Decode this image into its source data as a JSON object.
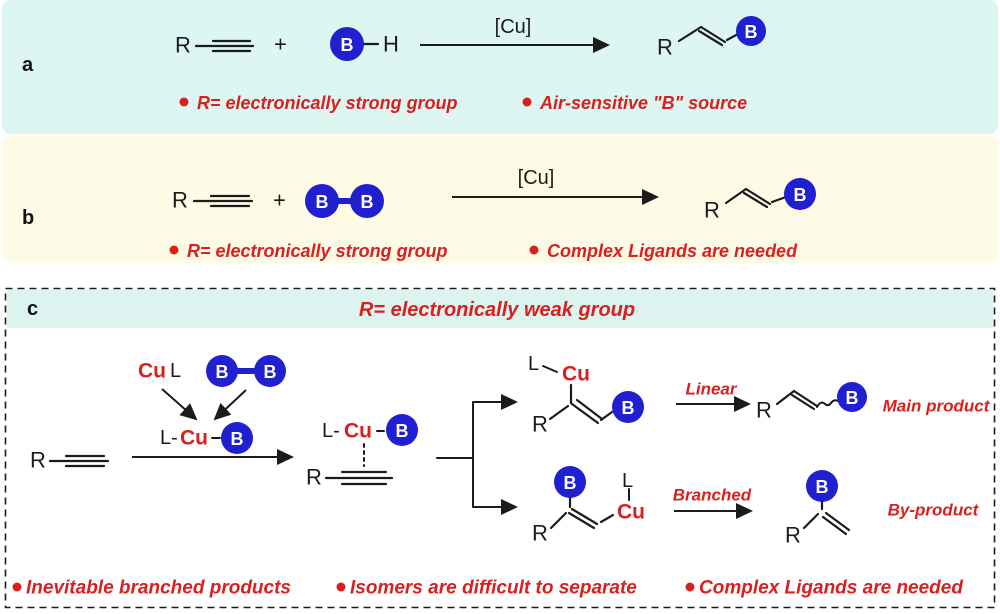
{
  "colors": {
    "boron_blue": "#2020d0",
    "accent_red": "#da1f1f",
    "panel_a_bg": "#ddf6f2",
    "panel_b_bg": "#fdfae6",
    "panel_c_header_bg": "#dcf3f0"
  },
  "panel_a": {
    "label": "a",
    "alkyne_r": "R",
    "plus": "+",
    "bh_boron": "B",
    "bh_hydrogen": "H",
    "catalyst": "[Cu]",
    "product_r": "R",
    "product_boron": "B",
    "bullets": [
      "R= electronically strong group",
      "Air-sensitive \"B\" source"
    ]
  },
  "panel_b": {
    "label": "b",
    "alkyne_r": "R",
    "plus": "+",
    "diboron_b1": "B",
    "diboron_b2": "B",
    "catalyst": "[Cu]",
    "product_r": "R",
    "product_boron": "B",
    "bullets": [
      "R= electronically strong group",
      "Complex Ligands are needed"
    ]
  },
  "panel_c": {
    "label": "c",
    "title": "R= electronically weak group",
    "cul_cu": "Cu",
    "cul_l": "L",
    "diboron_b1": "B",
    "diboron_b2": "B",
    "lcub_l": "L-",
    "lcub_cu": "Cu",
    "lcub_b": "B",
    "alkyne_r": "R",
    "pi_complex": {
      "l": "L-",
      "cu": "Cu",
      "b": "B",
      "r": "R"
    },
    "linear_intermediate": {
      "l": "L",
      "cu": "Cu",
      "r": "R",
      "b": "B"
    },
    "linear_path_label": "Linear",
    "main_product": {
      "r": "R",
      "b": "B",
      "tag": "Main product"
    },
    "branched_intermediate": {
      "b": "B",
      "l": "L",
      "cu": "Cu",
      "r": "R"
    },
    "branched_path_label": "Branched",
    "by_product": {
      "b": "B",
      "r": "R",
      "tag": "By-product"
    },
    "bullets": [
      "Inevitable branched products",
      "Isomers are difficult to separate",
      "Complex Ligands are needed"
    ]
  }
}
